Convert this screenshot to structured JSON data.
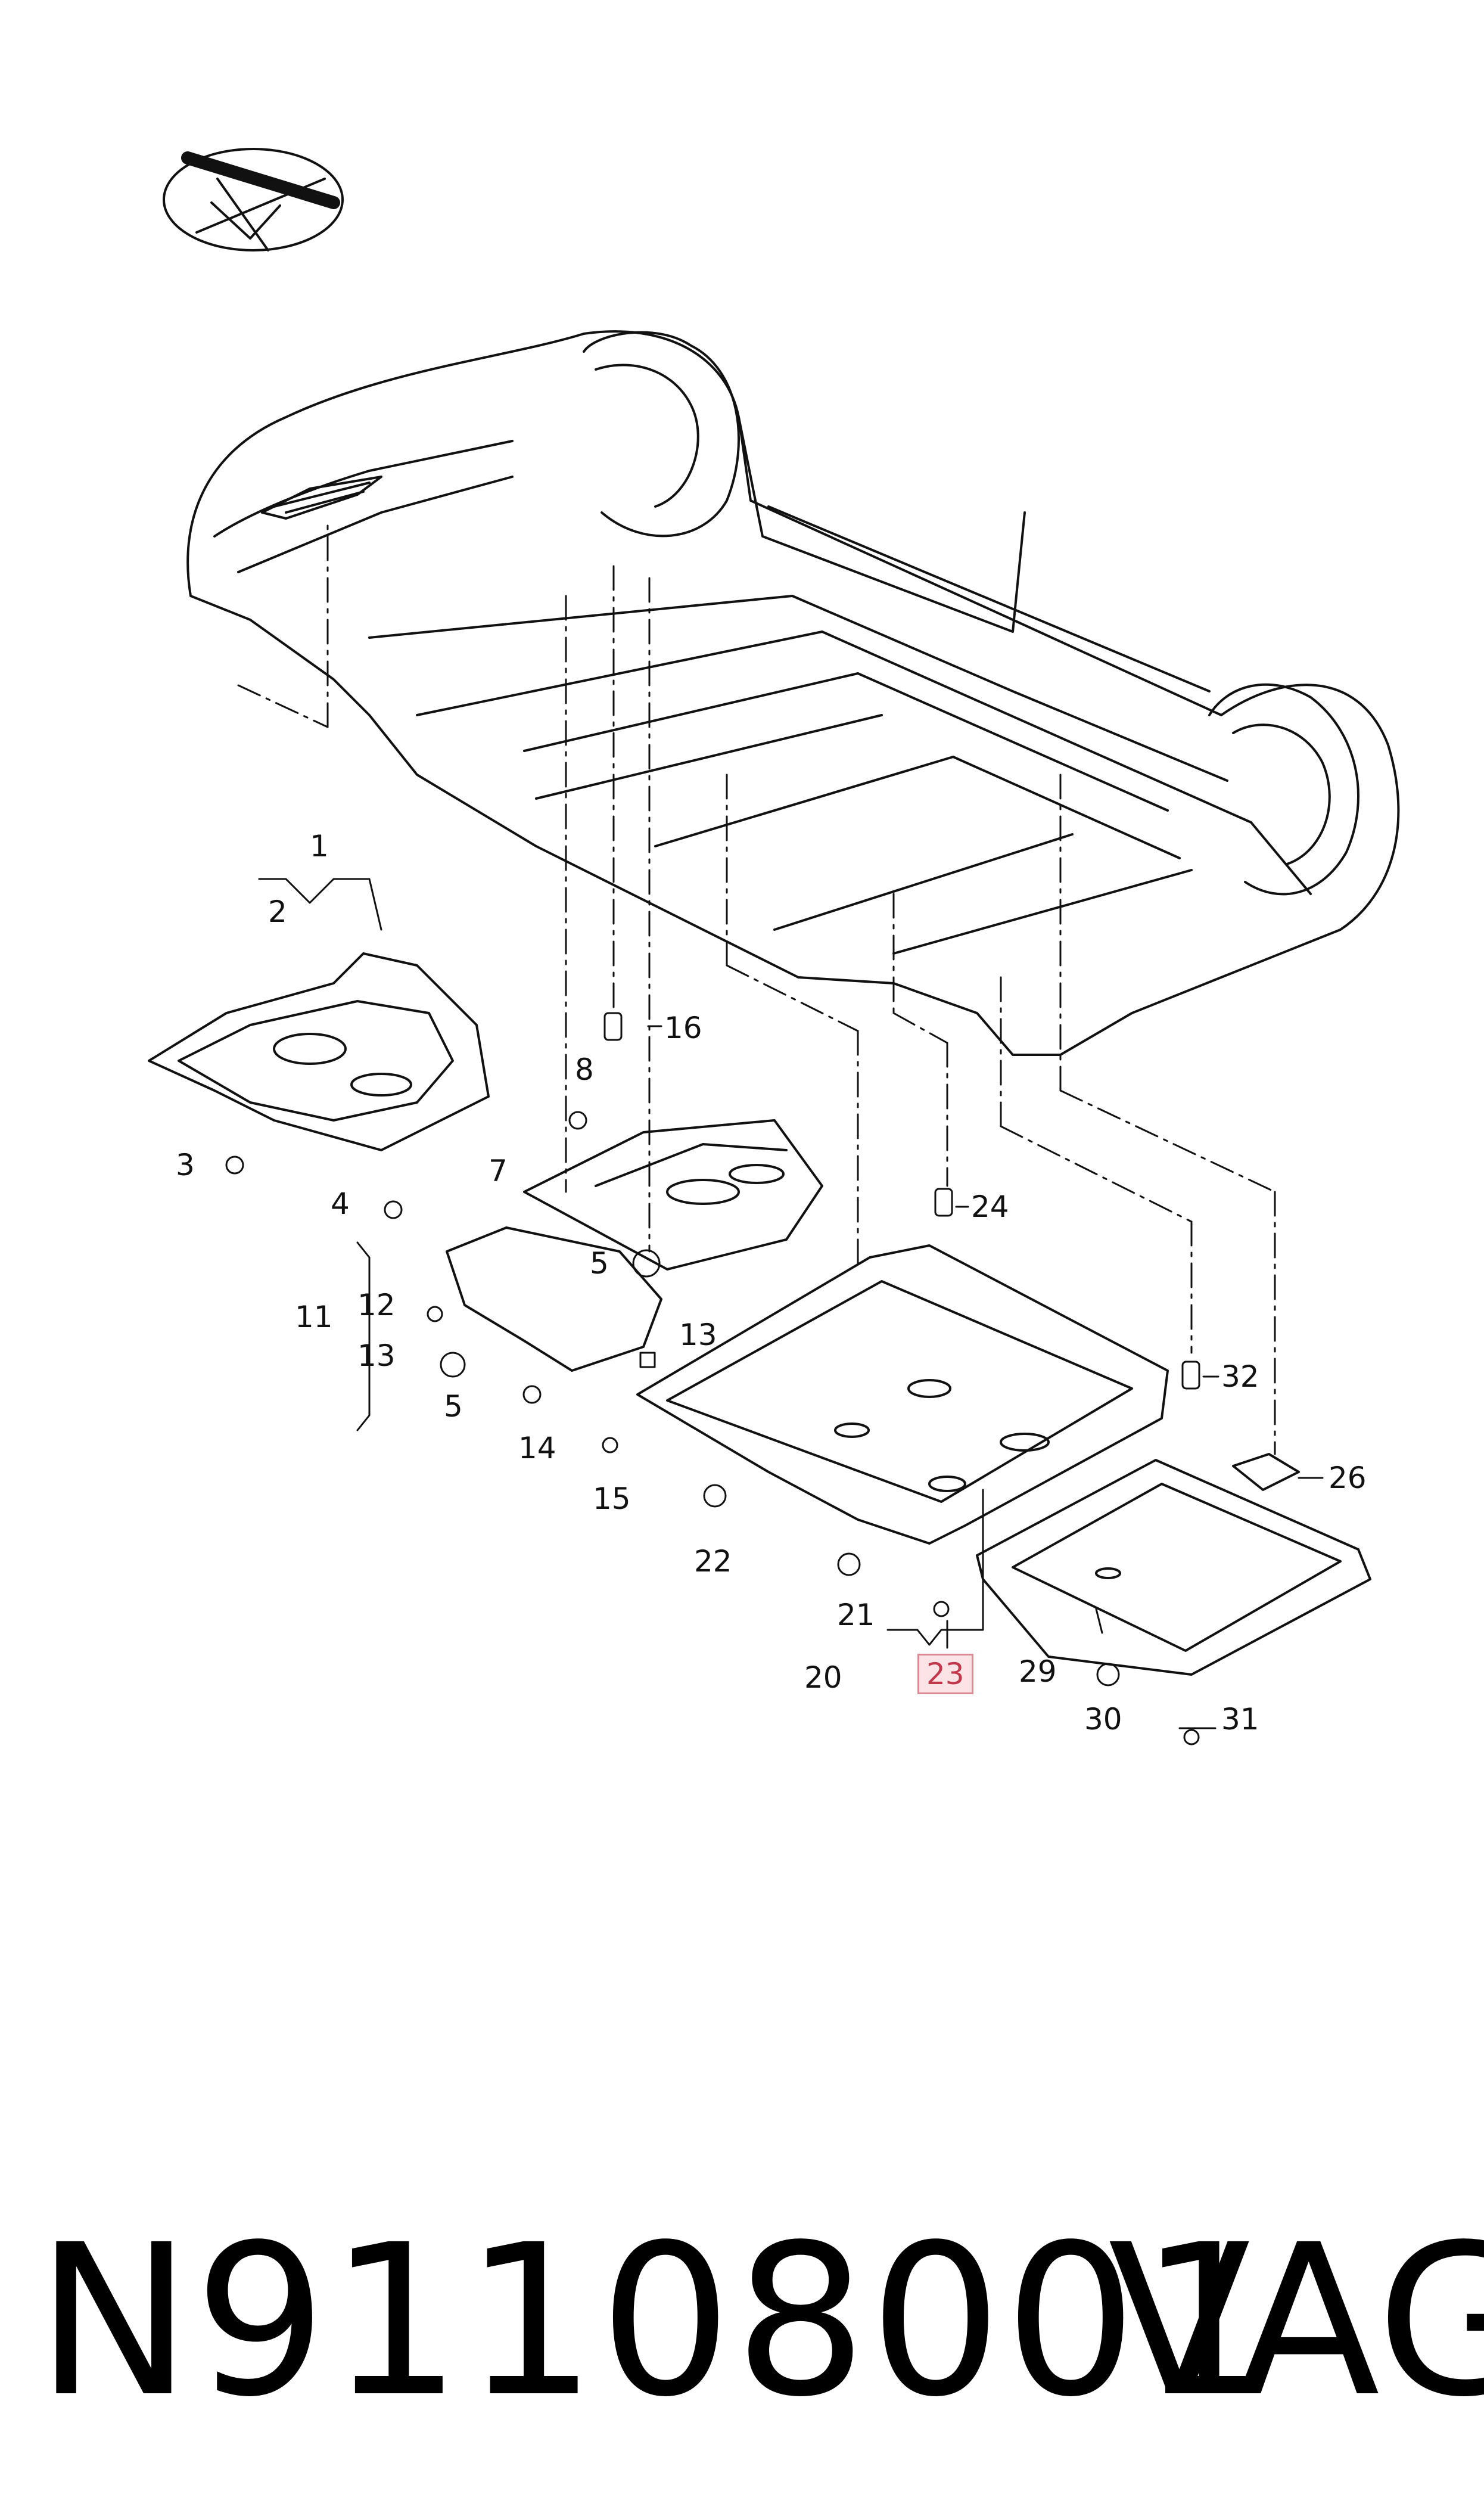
{
  "diagram": {
    "callouts": [
      {
        "id": "1",
        "label": "1"
      },
      {
        "id": "2",
        "label": "2"
      },
      {
        "id": "3",
        "label": "3"
      },
      {
        "id": "4",
        "label": "4"
      },
      {
        "id": "5a",
        "label": "5"
      },
      {
        "id": "5b",
        "label": "5"
      },
      {
        "id": "7",
        "label": "7"
      },
      {
        "id": "8",
        "label": "8"
      },
      {
        "id": "11",
        "label": "11"
      },
      {
        "id": "12",
        "label": "12"
      },
      {
        "id": "13a",
        "label": "13"
      },
      {
        "id": "13b",
        "label": "13"
      },
      {
        "id": "14",
        "label": "14"
      },
      {
        "id": "15",
        "label": "15"
      },
      {
        "id": "16",
        "label": "16"
      },
      {
        "id": "20",
        "label": "20"
      },
      {
        "id": "21",
        "label": "21"
      },
      {
        "id": "22",
        "label": "22"
      },
      {
        "id": "23",
        "label": "23",
        "highlighted": true
      },
      {
        "id": "24",
        "label": "24"
      },
      {
        "id": "26",
        "label": "26"
      },
      {
        "id": "29",
        "label": "29"
      },
      {
        "id": "30",
        "label": "30"
      },
      {
        "id": "31",
        "label": "31"
      },
      {
        "id": "32",
        "label": "32"
      }
    ],
    "highlight_color": "#c0394b",
    "highlight_fill": "#fbe3e6"
  },
  "caption": {
    "part_number": "N91108001",
    "brand": "VAG"
  }
}
